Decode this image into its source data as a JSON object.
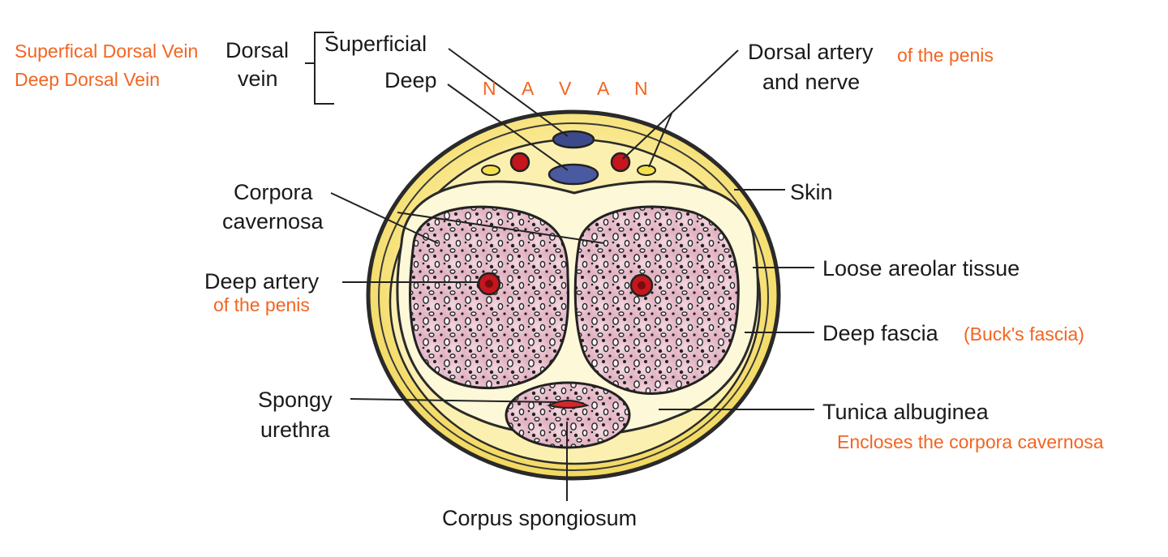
{
  "labels": {
    "dorsal_vein_line1": "Dorsal",
    "dorsal_vein_line2": "vein",
    "superficial": "Superficial",
    "deep": "Deep",
    "dorsal_artery_line1": "Dorsal artery",
    "dorsal_artery_line2": "and nerve",
    "skin": "Skin",
    "corpora_line1": "Corpora",
    "corpora_line2": "cavernosa",
    "deep_artery": "Deep artery",
    "loose_areolar": "Loose areolar tissue",
    "deep_fascia": "Deep fascia",
    "spongy_line1": "Spongy",
    "spongy_line2": "urethra",
    "tunica": "Tunica albuginea",
    "corpus_spongiosum": "Corpus spongiosum"
  },
  "annotations": {
    "superficial_dorsal_vein": "Superfical Dorsal Vein",
    "deep_dorsal_vein": "Deep Dorsal Vein",
    "of_the_penis_top": "of the penis",
    "navan": [
      "N",
      "A",
      "V",
      "A",
      "N"
    ],
    "of_the_penis_deep": "of the penis",
    "bucks_fascia": "(Buck's fascia)",
    "encloses": "Encloses the corpora cavernosa"
  },
  "colors": {
    "skin_yellow": "#f7e27a",
    "skin_outline": "#2a2a2a",
    "tissue_pink": "#e9c2cf",
    "vein_blue": "#3c4a8c",
    "artery_red": "#c4161c",
    "annotation": "#f26522"
  }
}
